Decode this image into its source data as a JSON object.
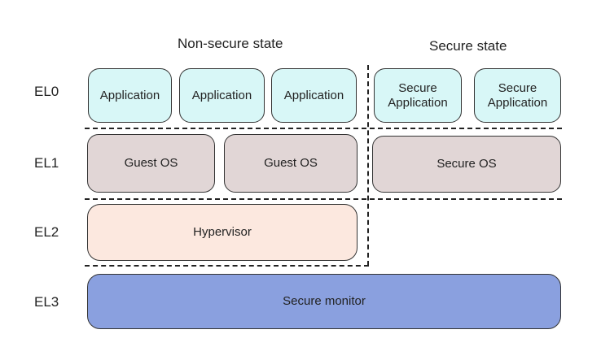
{
  "headers": {
    "non_secure": "Non-secure state",
    "secure": "Secure state"
  },
  "levels": {
    "el0": "EL0",
    "el1": "EL1",
    "el2": "EL2",
    "el3": "EL3"
  },
  "non_secure": {
    "el0_apps": [
      "Application",
      "Application",
      "Application"
    ],
    "el1_os": [
      "Guest OS",
      "Guest OS"
    ],
    "el2": "Hypervisor"
  },
  "secure": {
    "el0_apps": [
      {
        "line1": "Secure",
        "line2": "Application"
      },
      {
        "line1": "Secure",
        "line2": "Application"
      }
    ],
    "el1_os": "Secure OS"
  },
  "el3": "Secure monitor",
  "colors": {
    "application": "#d8f7f7",
    "os": "#e1d6d6",
    "hypervisor": "#fce8df",
    "monitor": "#8aa0df",
    "line": "#222222"
  }
}
